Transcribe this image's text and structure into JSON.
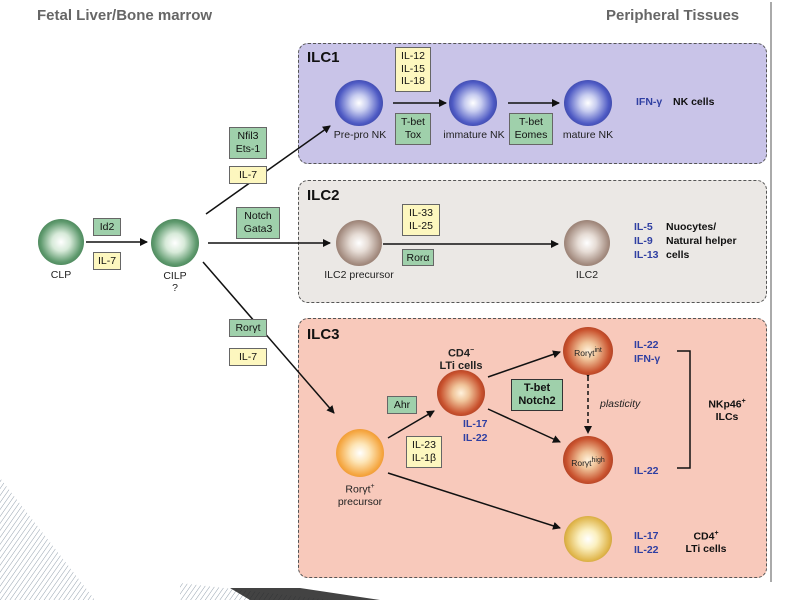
{
  "headers": {
    "left": "Fetal Liver/Bone marrow",
    "right": "Peripheral Tissues"
  },
  "panels": {
    "ilc1": {
      "title": "ILC1",
      "color": "#c9c4e8"
    },
    "ilc2": {
      "title": "ILC2",
      "color": "#ebe8e5"
    },
    "ilc3": {
      "title": "ILC3",
      "color": "#f8c9bb"
    }
  },
  "cells": {
    "clp": "CLP",
    "cilp": "CILP",
    "cilp_q": "?",
    "prepro_nk": "Pre-pro NK",
    "immature_nk": "immature NK",
    "mature_nk": "mature NK",
    "ilc2_precursor": "ILC2 precursor",
    "ilc2": "ILC2",
    "cd4_minus": "CD4",
    "cd4_minus_sup": "−",
    "lti_cells": "LTi cells",
    "ror_int_base": "Rorγt",
    "ror_int_sup": "int",
    "ror_high_base": "Rorγt",
    "ror_high_sup": "high",
    "ror_precursor_base": "Rorγt",
    "ror_precursor_sup": "+",
    "ror_precursor_word": "precursor"
  },
  "factors": {
    "id2": "Id2",
    "il7_a": "IL-7",
    "nfil3_ets1": "Nfil3 Ets-1",
    "il7_b": "IL-7",
    "notch_gata3": "Notch Gata3",
    "rorgt": "Rorγt",
    "il7_c": "IL-7",
    "il12_15_18": "IL-12 IL-15 IL-18",
    "tbet_tox": "T-bet Tox",
    "tbet_eomes": "T-bet Eomes",
    "il33_25": "IL-33 IL-25",
    "rora": "Rorα",
    "ahr": "Ahr",
    "il23_1b": "IL-23 IL-1β",
    "tbet_notch2": "T-bet Notch2"
  },
  "outputs": {
    "ilc1_cytokine": "IFN-γ",
    "ilc1_type": "NK cells",
    "ilc2_il5": "IL-5",
    "ilc2_il9": "IL-9",
    "ilc2_il13": "IL-13",
    "ilc2_type_1": "Nuocytes/",
    "ilc2_type_2": "Natural helper",
    "ilc2_type_3": "cells",
    "lti_il17": "IL-17",
    "lti_il22": "IL-22",
    "int_il22": "IL-22",
    "int_ifng": "IFN-γ",
    "plasticity": "plasticity",
    "nkp46": "NKp46",
    "nkp46_sup": "+",
    "ilcs": "ILCs",
    "high_il22": "IL-22",
    "cd4_il17": "IL-17",
    "cd4_il22": "IL-22",
    "cd4_plus": "CD4",
    "cd4_plus_sup": "+",
    "cd4_lti": "LTi cells"
  }
}
